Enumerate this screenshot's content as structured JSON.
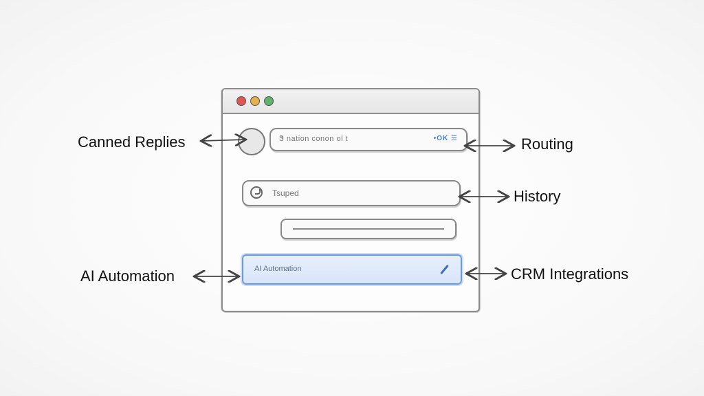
{
  "window": {
    "field1_text": "Ꮥ nation conon ol t",
    "field1_icon": "•OK ☰",
    "field2_text": "Tsuped",
    "field4_text": "AI Automation"
  },
  "callouts": {
    "canned_replies": "Canned Replies",
    "routing": "Routing",
    "history": "History",
    "ai_automation": "AI Automation",
    "crm_integrations": "CRM Integrations"
  },
  "colors": {
    "close": "#e0574f",
    "minimize": "#e8b04a",
    "maximize": "#5fb36a",
    "highlight": "#6d9ad8"
  }
}
